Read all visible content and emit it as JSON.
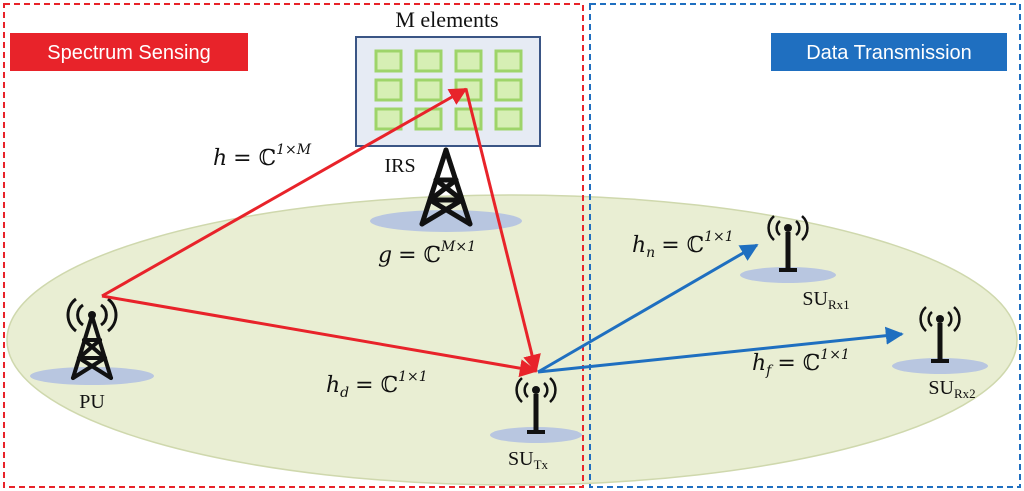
{
  "colors": {
    "sensing_accent": "#e8232a",
    "transmission_accent": "#1f6fc0",
    "ellipse_fill": "#e9eed3",
    "ellipse_stroke": "#cfd8ad",
    "irs_frame": "#3a5585",
    "irs_element": "#9ed46a",
    "base_shadow": "#b8c6e0"
  },
  "regions": {
    "sensing_label": "Spectrum Sensing",
    "transmission_label": "Data Transmission"
  },
  "irs": {
    "title": "M elements",
    "label": "IRS"
  },
  "nodes": {
    "pu": "PU",
    "su_tx": {
      "base": "SU",
      "sub": "Tx"
    },
    "su_rx1": {
      "base": "SU",
      "sub": "Rx1"
    },
    "su_rx2": {
      "base": "SU",
      "sub": "Rx2"
    }
  },
  "channels": {
    "h": {
      "sym": "h",
      "sub": "",
      "eq": "= ℂ",
      "sup": "1×M"
    },
    "g": {
      "sym": "g",
      "sub": "",
      "eq": "= ℂ",
      "sup": "M×1"
    },
    "hd": {
      "sym": "h",
      "sub": "d",
      "eq": "= ℂ",
      "sup": "1×1"
    },
    "hn": {
      "sym": "h",
      "sub": "n",
      "eq": "= ℂ",
      "sup": "1×1"
    },
    "hf": {
      "sym": "h",
      "sub": "f",
      "eq": "= ℂ",
      "sup": "1×1"
    }
  }
}
